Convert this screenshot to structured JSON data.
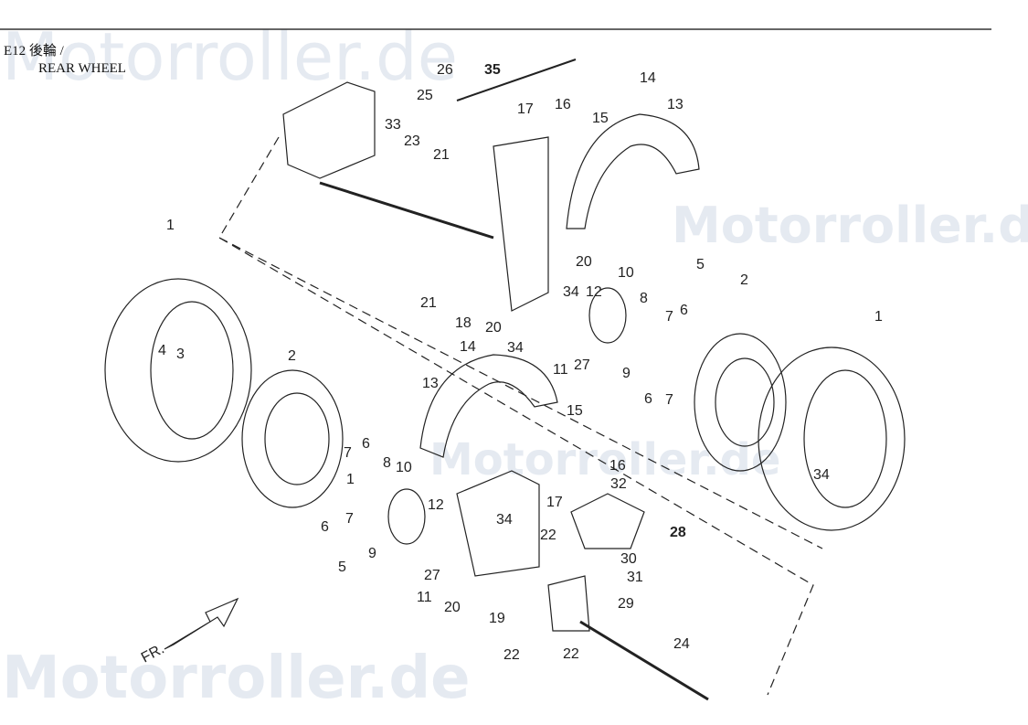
{
  "header": {
    "code": "E12 後輪 /",
    "title": "REAR WHEEL"
  },
  "watermark": "Motorroller.de",
  "watermark_small": ".de",
  "direction_label": "FR.",
  "parts": [
    "26",
    "35",
    "25",
    "14",
    "13",
    "16",
    "15",
    "17",
    "33",
    "23",
    "21",
    "1",
    "5",
    "2",
    "1",
    "20",
    "10",
    "8",
    "7",
    "6",
    "34",
    "12",
    "21",
    "18",
    "20",
    "34",
    "14",
    "11",
    "27",
    "9",
    "6",
    "7",
    "4",
    "3",
    "2",
    "13",
    "15",
    "16",
    "34",
    "6",
    "7",
    "8",
    "10",
    "1",
    "12",
    "32",
    "17",
    "28",
    "22",
    "34",
    "30",
    "31",
    "6",
    "7",
    "9",
    "5",
    "27",
    "29",
    "20",
    "19",
    "11",
    "24",
    "22",
    "22"
  ],
  "colors": {
    "line": "#222222",
    "watermark": "#b4c3d7"
  }
}
